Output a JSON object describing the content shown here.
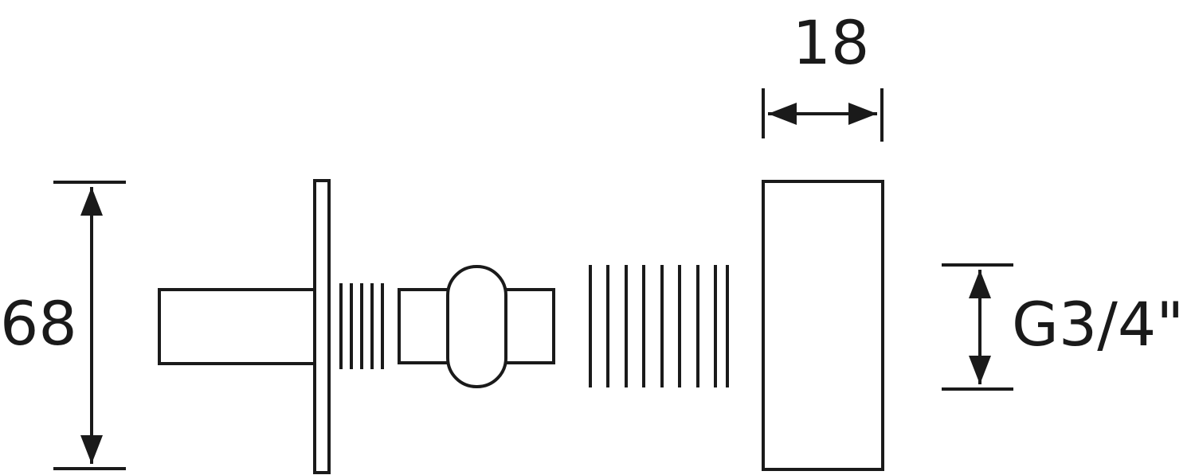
{
  "dimensions": {
    "height_label": "68",
    "depth_label": "18",
    "thread_label": "G3/4\""
  },
  "colors": {
    "line": "#1a1a1a",
    "background": "#ffffff"
  }
}
